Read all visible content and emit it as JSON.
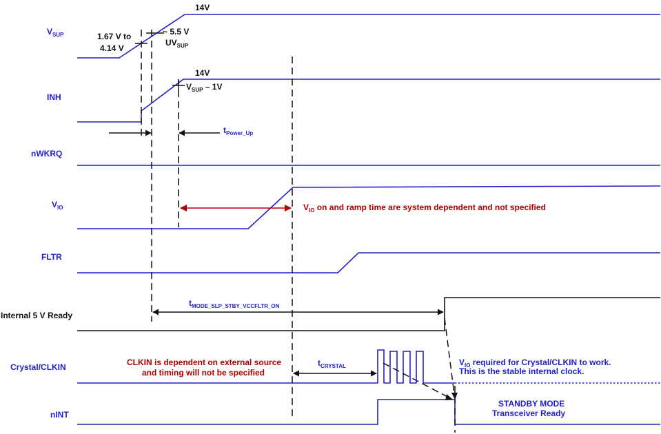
{
  "signals": {
    "vsup": {
      "main": "V",
      "sub": "SUP"
    },
    "inh": "INH",
    "nwkrq": "nWKRQ",
    "vio": {
      "main": "V",
      "sub": "IO"
    },
    "fltr": "FLTR",
    "internal5v": "Internal 5 V Ready",
    "crystal": "Crystal/CLKIN",
    "nint": "nINT"
  },
  "annotations": {
    "vsup_level": "14V",
    "inh_level": "14V",
    "threshold_low_line1": "1.67 V to",
    "threshold_low_line2": "4.14 V",
    "threshold_high": "~ 5.5 V",
    "uvsup": {
      "main": "UV",
      "sub": "SUP"
    },
    "inh_threshold": {
      "main": "V",
      "sub": "SUP",
      "rest": " – 1V"
    },
    "t_power_up": {
      "main": "t",
      "sub": "Power_Up"
    },
    "vio_note": {
      "main": "V",
      "sub": "IO",
      "rest": " on and ramp time are system dependent and not specified"
    },
    "t_mode": {
      "main": "t",
      "sub": "MODE_SLP_STBY_VCCFLTR_ON"
    },
    "clkin_note_line1": "CLKIN is dependent on external source",
    "clkin_note_line2": "and timing will not be specified",
    "t_crystal": {
      "main": "t",
      "sub": "CRYSTAL"
    },
    "vio_required": {
      "main": "V",
      "sub": "IO",
      "rest": " required for Crystal/CLKIN to work."
    },
    "stable_clock": "This is the stable internal clock.",
    "standby_line1": "STANDBY MODE",
    "standby_line2": "Transceiver Ready"
  },
  "colors": {
    "signal": "#1f1fcc",
    "internal": "#111111",
    "warning_text": "#b00000"
  }
}
